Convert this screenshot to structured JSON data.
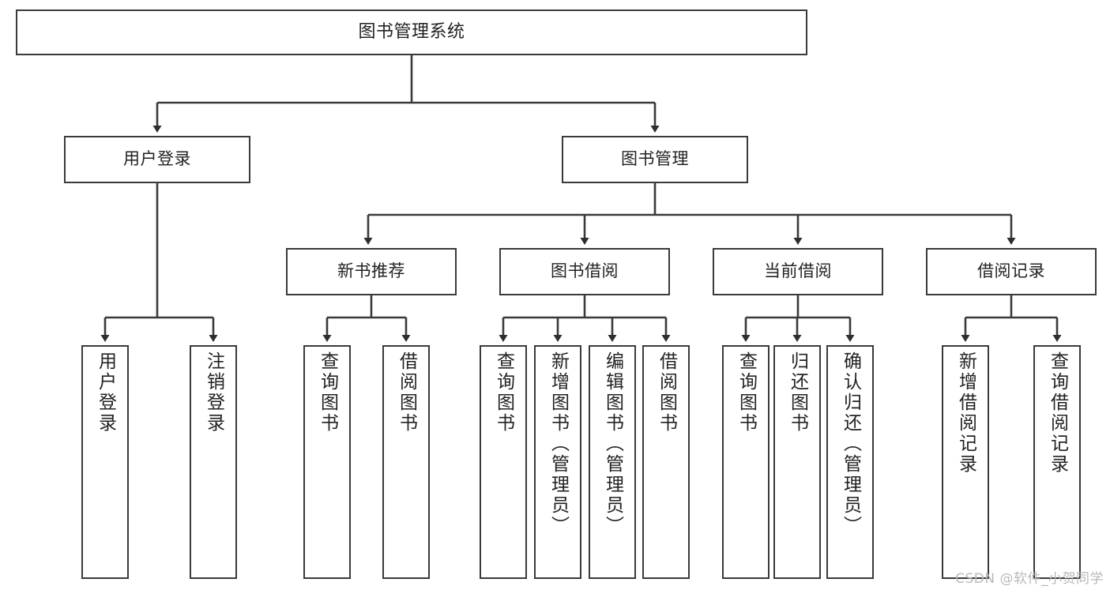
{
  "diagram": {
    "title": "图书管理系统",
    "type": "tree",
    "orientation": "top-down",
    "line_color": "#3a3a3a",
    "box_border_color": "#3a3a3a",
    "box_fill_color": "#ffffff",
    "text_color": "#222222",
    "watermark": "CSDN @软件_小贺同学"
  },
  "nodes": {
    "root": {
      "label": "图书管理系统",
      "level": 0
    },
    "level1": [
      {
        "id": "user-login",
        "label": "用户登录"
      },
      {
        "id": "book-manage",
        "label": "图书管理"
      }
    ],
    "level2": [
      {
        "id": "new-book-recommend",
        "label": "新书推荐",
        "parent": "book-manage"
      },
      {
        "id": "book-borrow",
        "label": "图书借阅",
        "parent": "book-manage"
      },
      {
        "id": "current-borrow",
        "label": "当前借阅",
        "parent": "book-manage"
      },
      {
        "id": "borrow-record",
        "label": "借阅记录",
        "parent": "book-manage"
      }
    ],
    "leaves": [
      {
        "id": "leaf-user-login",
        "label": "用户登录",
        "parent": "user-login"
      },
      {
        "id": "leaf-user-logout",
        "label": "注销登录",
        "parent": "user-login"
      },
      {
        "id": "leaf-query-book-1",
        "label": "查询图书",
        "parent": "new-book-recommend"
      },
      {
        "id": "leaf-borrow-book-1",
        "label": "借阅图书",
        "parent": "new-book-recommend"
      },
      {
        "id": "leaf-query-book-2",
        "label": "查询图书",
        "parent": "book-borrow"
      },
      {
        "id": "leaf-add-book",
        "label": "新增图书（管理员）",
        "parent": "book-borrow"
      },
      {
        "id": "leaf-edit-book",
        "label": "编辑图书（管理员）",
        "parent": "book-borrow"
      },
      {
        "id": "leaf-borrow-book-2",
        "label": "借阅图书",
        "parent": "book-borrow"
      },
      {
        "id": "leaf-query-book-3",
        "label": "查询图书",
        "parent": "current-borrow"
      },
      {
        "id": "leaf-return-book",
        "label": "归还图书",
        "parent": "current-borrow"
      },
      {
        "id": "leaf-confirm-return",
        "label": "确认归还（管理员）",
        "parent": "current-borrow"
      },
      {
        "id": "leaf-add-record",
        "label": "新增借阅记录",
        "parent": "borrow-record"
      },
      {
        "id": "leaf-query-record",
        "label": "查询借阅记录",
        "parent": "borrow-record"
      }
    ]
  }
}
